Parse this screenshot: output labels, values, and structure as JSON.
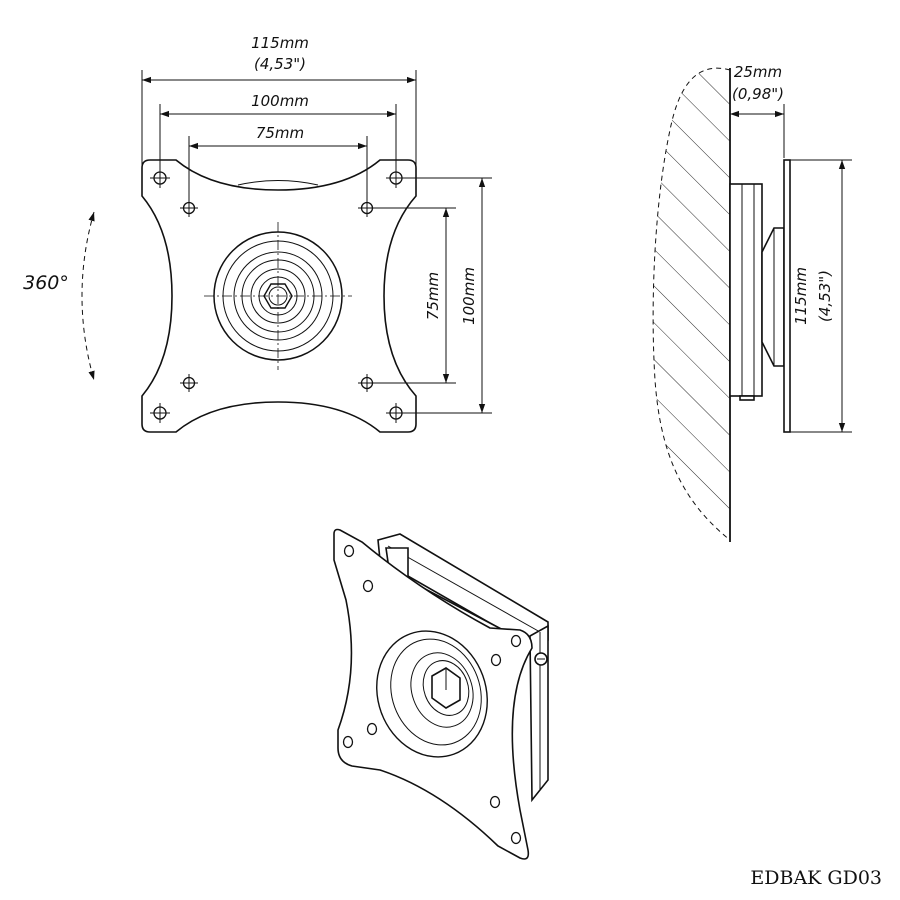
{
  "front_view": {
    "width_total": "115mm",
    "width_total_in": "(4,53\")",
    "hole_spacing_large": "100mm",
    "hole_spacing_small": "75mm",
    "vert_small": "75mm",
    "vert_large": "100mm",
    "rotation": "360°"
  },
  "side_view": {
    "depth": "25mm",
    "depth_in": "(0,98\")",
    "height": "115mm",
    "height_in": "(4,53\")"
  },
  "product_model": "EDBAK GD03"
}
